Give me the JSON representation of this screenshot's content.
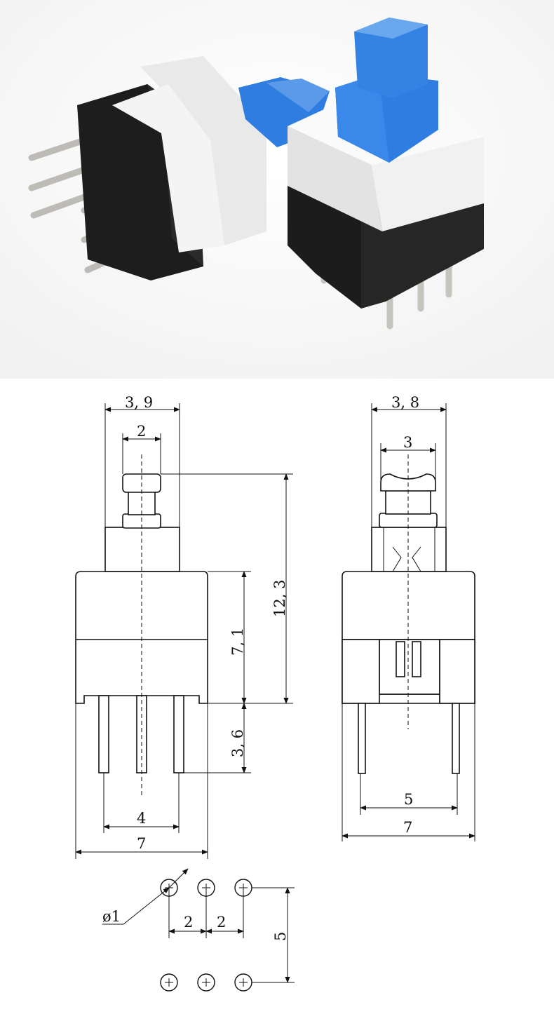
{
  "photo": {
    "title": "",
    "plunger_color": "#2f7de0",
    "housing_top_color": "#ececec",
    "housing_bottom_color": "#1c1c1c",
    "pin_color": "#c9c7c2"
  },
  "front_view": {
    "dim_cap_width": "3, 9",
    "dim_plunger": "2",
    "dim_total_height": "12, 3",
    "dim_body_height": "7, 1",
    "dim_pin_length": "3, 6",
    "dim_pin_span": "4",
    "dim_body_width": "7"
  },
  "side_view": {
    "dim_cap_width": "3, 8",
    "dim_plunger": "3",
    "dim_pin_span": "5",
    "dim_body_width": "7"
  },
  "footprint": {
    "dim_hole_dia": "ø1",
    "dim_pitch_1": "2",
    "dim_pitch_2": "2",
    "dim_row_spacing": "5"
  }
}
